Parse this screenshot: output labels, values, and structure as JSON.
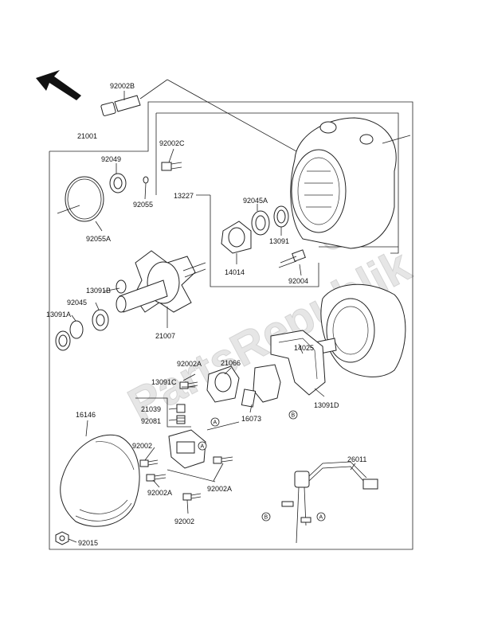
{
  "watermark": "PartsRepublik",
  "part_numbers": {
    "p92002B": "92002B",
    "p21001": "21001",
    "p92002C": "92002C",
    "p92049": "92049",
    "p13227": "13227",
    "p92055": "92055",
    "p92045A": "92045A",
    "p92055A": "92055A",
    "p13091": "13091",
    "p14014": "14014",
    "p92004": "92004",
    "p13091B": "13091B",
    "p92045": "92045",
    "p13091A": "13091A",
    "p21007": "21007",
    "p14025": "14025",
    "p92002A_1": "92002A",
    "p21066": "21066",
    "p13091C": "13091C",
    "p13091D": "13091D",
    "p21039": "21039",
    "p92081": "92081",
    "p16073": "16073",
    "p16146": "16146",
    "p92002_1": "92002",
    "p92002A_2": "92002A",
    "p92002A_3": "92002A",
    "p26011": "26011",
    "p92002_2": "92002",
    "p92015": "92015"
  },
  "ref_markers": {
    "a1": "A",
    "a2": "A",
    "a3": "A",
    "b1": "B",
    "b2": "B"
  }
}
